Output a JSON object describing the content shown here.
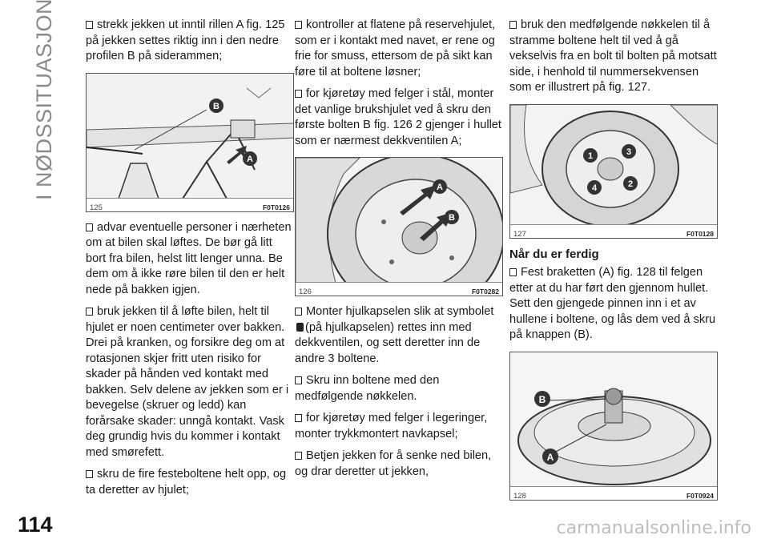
{
  "side_title": "I NØDSSITUASJONER",
  "page_number": "114",
  "watermark": "carmanualsonline.info",
  "col1": {
    "p1": "strekk jekken ut inntil rillen A fig. 125 på jekken settes riktig inn i den nedre profilen B på siderammen;",
    "fig": {
      "num": "125",
      "code": "F0T0126",
      "labels": [
        "B",
        "A"
      ]
    },
    "p2": "advar eventuelle personer i nærheten om at bilen skal løftes. De bør gå litt bort fra bilen, helst litt lenger unna. Be dem om å ikke røre bilen til den er helt nede på bakken igjen.",
    "p3": "bruk jekken til å løfte bilen, helt til hjulet er noen centimeter over bakken. Drei på kranken, og forsikre deg om at rotasjonen skjer fritt uten risiko for skader på hånden ved kontakt med bakken. Selv delene av jekken som er i bevegelse (skruer og ledd) kan forårsake skader: unngå kontakt. Vask deg grundig hvis du kommer i kontakt med smørefett.",
    "p4": "skru de fire festeboltene helt opp, og ta deretter av hjulet;"
  },
  "col2": {
    "p1": "kontroller at flatene på reservehjulet, som er i kontakt med navet, er rene og frie for smuss, ettersom de på sikt kan føre til at boltene løsner;",
    "p2": "for kjøretøy med felger i stål, monter det vanlige brukshjulet ved å skru den første bolten B fig. 126 2 gjenger i hullet som er nærmest dekkventilen A;",
    "fig": {
      "num": "126",
      "code": "F0T0282",
      "labels": [
        "A",
        "B"
      ]
    },
    "p3a": "Monter hjulkapselen slik at symbolet",
    "p3b": "(på hjulkapselen) rettes inn med dekkventilen, og sett deretter inn de andre 3 boltene.",
    "p4": "Skru inn boltene med den medfølgende nøkkelen.",
    "p5": "for kjøretøy med felger i legeringer, monter trykkmontert navkapsel;",
    "p6": "Betjen jekken for å senke ned bilen, og drar deretter ut jekken,"
  },
  "col3": {
    "p1": "bruk den medfølgende nøkkelen til å stramme boltene helt til ved å gå vekselvis fra en bolt til bolten på motsatt side, i henhold til nummersekvensen som er illustrert på fig. 127.",
    "fig1": {
      "num": "127",
      "code": "F0T0128",
      "labels": [
        "1",
        "3",
        "4",
        "2"
      ]
    },
    "heading": "Når du er ferdig",
    "p2": "Fest braketten (A) fig. 128 til felgen etter at du har ført den gjennom hullet. Sett den gjengede pinnen inn i et av hullene i boltene, og lås dem ved å skru på knappen (B).",
    "fig2": {
      "num": "128",
      "code": "F0T0924",
      "labels": [
        "B",
        "A"
      ]
    }
  }
}
